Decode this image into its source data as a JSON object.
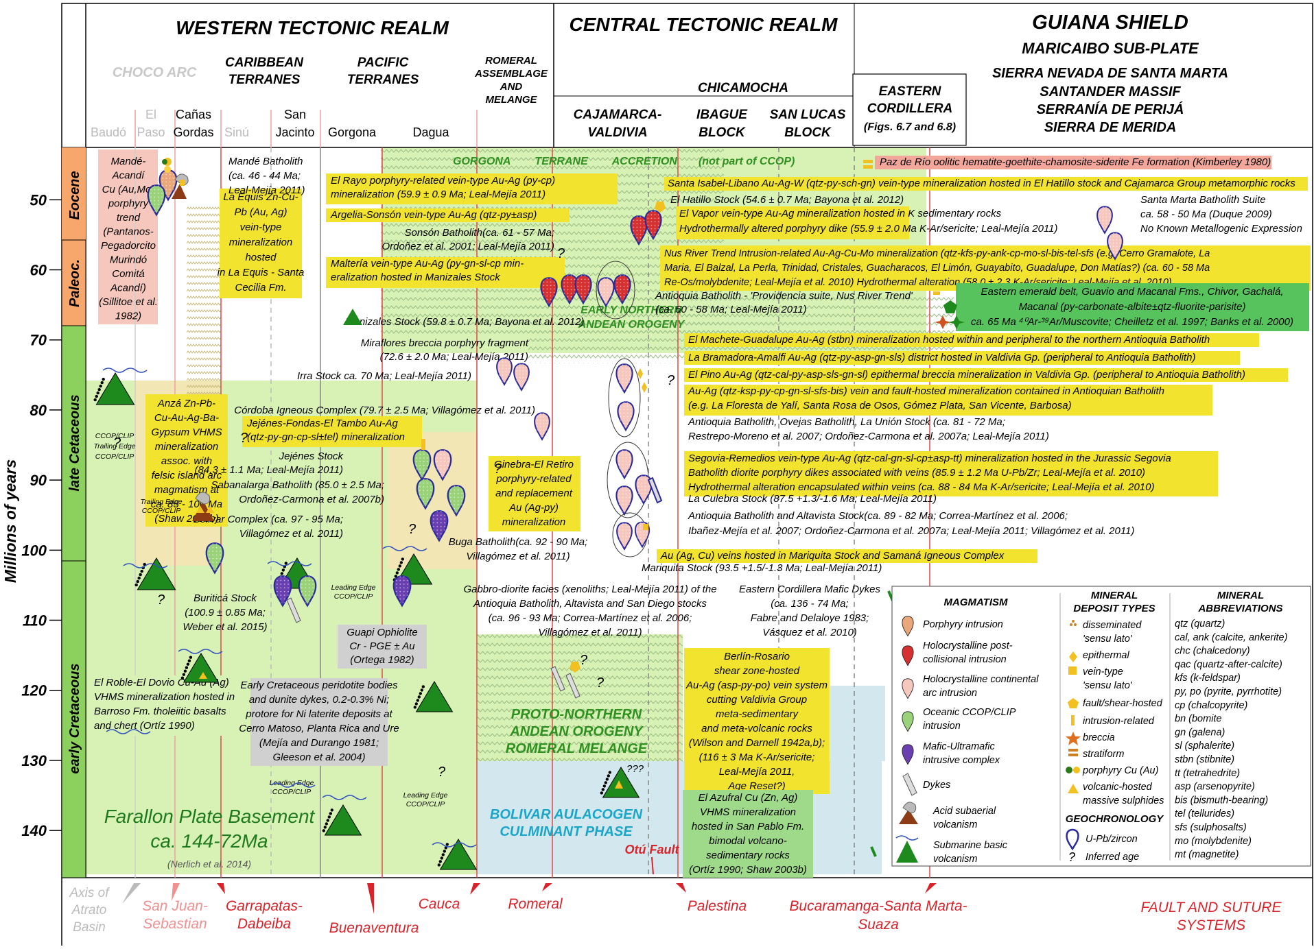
{
  "axis": {
    "ylabel": "Millions of years",
    "ticks": [
      50,
      60,
      70,
      80,
      90,
      100,
      110,
      120,
      130,
      140
    ],
    "periods": [
      "Eocene",
      "Paleoc.",
      "late Cetaceous",
      "early Cretaceous"
    ]
  },
  "realms": {
    "western": "WESTERN TECTONIC REALM",
    "central": "CENTRAL TECTONIC REALM",
    "guiana": [
      "GUIANA SHIELD",
      "MARICAIBO SUB-PLATE",
      "SIERRA NEVADA DE SANTA  MARTA",
      "SANTANDER MASSIF",
      "SERRANÍA DE PERIJÁ",
      "SIERRA DE MERIDA"
    ]
  },
  "columns": {
    "choco": "CHOCO ARC",
    "caribbean": [
      "CARIBBEAN",
      "TERRANES"
    ],
    "pacific": [
      "PACIFIC",
      "TERRANES"
    ],
    "romeral": [
      "ROMERAL",
      "ASSEMBLAGE",
      "AND",
      "MELANGE"
    ],
    "chicamocha": "CHICAMOCHA",
    "cajamarca": [
      "CAJAMARCA-",
      "VALDIVIA"
    ],
    "ibague": [
      "IBAGUE",
      "BLOCK"
    ],
    "sanlucas": [
      "SAN LUCAS",
      "BLOCK"
    ],
    "eastern": [
      "EASTERN",
      "CORDILLERA",
      "(Figs. 6.7 and 6.8)"
    ],
    "elpaso": [
      "El",
      "Paso"
    ],
    "baudo": "Baudó",
    "canas": [
      "Cañas",
      "Gordas"
    ],
    "sinu": "Sinú",
    "sanjacinto": [
      "San",
      "Jacinto"
    ],
    "gorgona": "Gorgona",
    "dagua": "Dagua"
  },
  "faults": {
    "atrato": [
      "Axis of",
      "Atrato",
      "Basin"
    ],
    "sanjuan": [
      "San Juan-",
      "Sebastian"
    ],
    "garrapatas": [
      "Garrapatas-",
      "Dabeiba"
    ],
    "buenaventura": "Buenaventura",
    "cauca": "Cauca",
    "romeral": "Romeral",
    "palestina": "Palestina",
    "bucaramanga": [
      "Bucaramanga-Santa Marta-",
      "Suaza"
    ],
    "systems": [
      "FAULT AND SUTURE",
      "SYSTEMS"
    ]
  },
  "bands": {
    "gorgona": "GORGONA        TERRANE        ACCRETION       (not part of CCOP)",
    "early_northern": [
      "EARLY NORTHERN",
      "ANDEAN OROGENY"
    ],
    "proto": [
      "PROTO-NORTHERN",
      "ANDEAN OROGENY",
      "ROMERAL MELANGE"
    ],
    "bolivar": [
      "BOLIVAR AULACOGEN",
      "CULMINANT PHASE"
    ],
    "otu": "Otú Fault",
    "farallon": [
      "Farallon Plate Basement",
      "ca. 144-72Ma"
    ],
    "nerlich": "(Nerlich et al. 2014)"
  },
  "yellow_labels": {
    "paz": "Paz de Río oolitic hematite-goethite-chamosite-siderite Fe formation (Kimberley 1980)",
    "santa_isabel": "Santa Isabel-Libano Au-Ag-W (qtz-py-sch-gn) vein-type mineralization hosted in El Hatillo stock and Cajamarca Group metamorphic rocks",
    "el_rayo": [
      "El Rayo porphyry-related vein-type Au-Ag (py-cp)",
      "mineralization (59.9 ± 0.9 Ma; Leal-Mejía 2011)"
    ],
    "argelia": "Argelia-Sonsón vein-type Au-Ag (qtz-py±asp)",
    "malteria": [
      "Maltería vein-type Au-Ag (py-gn-sl-cp min-",
      "eralization hosted in Manizales Stock"
    ],
    "el_vapor": [
      "El Vapor vein-type Au-Ag mineralization hosted in K sedimentary rocks",
      "Hydrothermally altered porphyry dike (55.9 ± 2.0 Ma K-Ar/sericite; Leal-Mejía 2011)"
    ],
    "nus": [
      "Nus River Trend Intrusion-related Au-Ag-Cu-Mo mineralization (qtz-kfs-py-ank-cp-mo-sl-bis-tel-sfs (e.g. Cerro Gramalote, La",
      "Maria, El Balzal, La Perla, Trinidad, Cristales, Guacharacos, El Limón, Guayabito, Guadalupe, Don Matías?) (ca. 60 - 58 Ma",
      "Re-Os/molybdenite; Leal-Mejía et al. 2010) Hydrothermal alteration (58.0 ± 2.3 K-Ar/sericite; Leal-Mejía et al. 2010)"
    ],
    "la_equis": [
      "La Equis Zn-Cu-",
      "Pb (Au, Ag)",
      "vein-type",
      "mineralization",
      "hosted",
      "in La Equis - Santa",
      "Cecilia Fm."
    ],
    "anza": [
      "Anzá Zn-Pb-",
      "Cu-Au-Ag-Ba-",
      "Gypsum VHMS",
      "mineralization",
      "assoc. with",
      "felsic island arc",
      "magmatism at",
      "ca. 85 - 100 Ma",
      "(Shaw 2003b)"
    ],
    "machete": "El Machete-Guadalupe Au-Ag (stbn) mineralization hosted within and peripheral to the northern Antioquia Batholith",
    "bramadora": "La Bramadora-Amalfi Au-Ag (qtz-py-asp-gn-sls) district hosted in Valdivia Gp. (peripheral to Antioquia Batholith)",
    "pino": "El Pino Au-Ag (qtz-cal-py-asp-sls-gn-sl) epithermal breccia mineralization in Valdivia Gp. (peripheral to Antioquia Batholith)",
    "auag": [
      "Au-Ag (qtz-ksp-py-cp-gn-sl-sfs-bis) vein and fault-hosted mineralization contained in Antioquian Batholith",
      "(e.g. La Floresta de Yalí, Santa Rosa de Osos, Gómez Plata, San Vicente, Barbosa)"
    ],
    "jejenes_fondas": [
      "Jejénes-Fondas-El Tambo Au-Ag",
      "(qtz-py-gn-cp-sl±tel) mineralization"
    ],
    "segovia": [
      "Segovia-Remedios vein-type Au-Ag (qtz-cal-gn-sl-cp±asp-tt) mineralization hosted in the Jurassic Segovia",
      "Batholith diorite porphyry dikes associated with veins (85.9 ± 1.2 Ma U-Pb/Zr; Leal-Mejía et al. 2010)",
      "Hydrothermal alteration encapsulated within veins (ca. 88 - 84 Ma K-Ar/sericite; Leal-Mejía et al. 2010)"
    ],
    "ginebra": [
      "Ginebra-El Retiro",
      "porphyry-related",
      "and replacement",
      "Au (Ag-py)",
      "mineralization"
    ],
    "au_veins": "Au (Ag, Cu) veins hosted in Mariquita Stock and Samaná Igneous Complex",
    "berlin": [
      "Berlín-Rosario",
      "shear zone-hosted",
      "Au-Ag (asp-py-po) vein system",
      "cutting Valdivia Group",
      "meta-sedimentary",
      "and meta-volcanic rocks",
      "(Wilson and Darnell 1942a,b);",
      "(116 ± 3 Ma K-Ar/sericite;",
      "Leal-Mejía 2011,",
      "Age Reset?)"
    ]
  },
  "other_labels": {
    "mande_acandi": [
      "Mandé-",
      "Acandí",
      "Cu (Au,Mo)",
      "porphyry",
      "trend",
      "(Pantanos-",
      "Pegadorcito",
      "Murindó",
      "Comitá",
      "Acandí)",
      "(Sillitoe et al.",
      "1982)"
    ],
    "eastern_emerald": [
      "Eastern emerald belt, Guavio and Macanal Fms., Chivor, Gachalá,",
      "Macanal (py-carbonate-albite±qtz-fluorite-parisite)",
      "ca. 65 Ma ⁴⁰Ar-³⁹Ar/Muscovite; Cheilletz et al. 1997; Banks et al. 2000)"
    ],
    "el_roble": [
      "El Roble-El Dovio Cu-Au (Ag)",
      "VHMS mineralization hosted in",
      "Barroso Fm. tholeiitic basalts",
      "and chert (Ortíz 1990)"
    ],
    "guapi": [
      "Guapi Ophiolite",
      "Cr - PGE ± Au",
      "(Ortega 1982)"
    ],
    "early_cret_perid": [
      "Early Cretaceous peridotite bodies",
      "and dunite dykes,  0.2-0.3% Ni;",
      "protore for Ni laterite  deposits at",
      "Cerro Matoso, Planta Rica and Ure",
      "(Mejía and Durango 1981;",
      "Gleeson et al. 2004)"
    ],
    "el_azufral": [
      "El Azufral Cu (Zn, Ag)",
      "VHMS mineralization",
      "hosted in San Pablo Fm.",
      "bimodal volcano-",
      "sedimentary rocks",
      "(Ortíz 1990; Shaw 2003b)"
    ]
  },
  "plain_labels": {
    "mande_bath": [
      "Mandé Batholith",
      "(ca. 46 - 44 Ma;",
      "Leal-Mejía 2011)"
    ],
    "hatillo": "El Hatillo Stock (54.6 ± 0.7 Ma; Bayona et al. 2012)",
    "santa_marta": [
      "Santa Marta Batholith Suite",
      "ca. 58 - 50 Ma (Duque 2009)",
      "No Known Metallogenic Expression"
    ],
    "sonson": [
      "Sonsón Batholith(ca. 61 - 57 Ma;",
      "Ordoñez et al. 2001; Leal-Mejía 2011)"
    ],
    "antioquia_prov": [
      "Antioquia Batholith - 'Providencia suite, Nus River Trend'",
      "(ca. 60 - 58 Ma; Leal-Mejía 2011)"
    ],
    "manizales": "Manizales Stock (59.8 ± 0.7 Ma; Bayona et al. 2012)",
    "miraflores": [
      "Miraflores breccia porphyry fragment",
      "(72.6 ± 2.0 Ma; Leal-Mejía 2011)"
    ],
    "irra": "Irra Stock ca. 70 Ma; Leal-Mejía 2011)",
    "cordoba": "Córdoba Igneous Complex (79.7 ± 2.5 Ma; Villagómez et al. 2011)",
    "antioquia_ovejas": [
      "Antioquia Batholith, Ovejas Batholith, La Unión Stock (ca. 81 - 72 Ma;",
      "Restrepo-Moreno et al. 2007; Ordoñez-Carmona et al. 2007a; Leal-Mejía 2011)"
    ],
    "jejenes_stock": [
      "Jejénes Stock",
      "(84.3 ± 1.1 Ma; Leal-Mejía 2011)"
    ],
    "sabanalarga": [
      "Sabanalarga Batholith (85.0 ± 2.5 Ma;",
      "Ordoñez-Carmona et al. 2007b)"
    ],
    "bolivar": [
      "Bolivar Complex (ca. 97 - 95 Ma;",
      "Villagómez et al. 2011)"
    ],
    "buga": [
      "Buga Batholith(ca. 92 - 90 Ma;",
      "Villagómez et al. 2011)"
    ],
    "culebra": "La Culebra Stock (87.5 +1.3/-1.6 Ma; Leal-Mejía 2011)",
    "antioquia_alta": [
      "Antioquia Batholith and Altavista Stock(ca. 89 - 82 Ma; Correa-Martínez et al. 2006;",
      "Ibañez-Mejía et al. 2007; Ordoñez-Carmona et al. 2007a; Leal-Mejía 2011; Villagómez et al. 2011)"
    ],
    "mariquita": "Mariquita Stock (93.5 +1.5/-1.3 Ma; Leal-Mejía 2011)",
    "gabbro": [
      "Gabbro-diorite facies (xenoliths; Leal-Mejía 2011) of the",
      "Antioquia Batholith, Altavista and San Diego stocks",
      "(ca. 96 - 93 Ma; Correa-Martínez et al. 2006;",
      "Villagómez et al. 2011)"
    ],
    "buritica": [
      "Buriticá Stock",
      "(100.9 ± 0.85 Ma;",
      "Weber et al. 2015)"
    ],
    "eastern_dykes": [
      "Eastern Cordillera Mafic Dykes",
      "(ca. 136 - 74 Ma;",
      "Fabre and Delaloye 1983;",
      "Vásquez et al. 2010)"
    ],
    "trailing1": [
      "CCOP/CLIP",
      "Trailing Edge",
      "CCOP/CLIP"
    ],
    "trailing2": [
      "Trailing Edge",
      "CCOP/CLIP"
    ],
    "leading1": [
      "Leading Edge",
      "CCOP/CLIP"
    ],
    "leading2": [
      "Leading Edge",
      "CCOP/CLIP"
    ],
    "leading3": [
      "Leading Edge",
      "CCOP/CLIP"
    ],
    "qmark": "?",
    "qqq": "???"
  },
  "legend": {
    "magmatism_title": "MAGMATISM",
    "magmatism": [
      "Porphyry intrusion",
      "Holocrystalline post-collisional intrusion",
      "Holocrystalline continental arc intrusion",
      "Oceanic CCOP/CLIP intrusion",
      "Mafic-Ultramafic intrusive complex",
      "Dykes",
      "Acid subaerial volcanism",
      "Submarine basic volcanism"
    ],
    "deposit_title": [
      "MINERAL",
      "DEPOSIT TYPES"
    ],
    "deposits": [
      "disseminated",
      "'sensu lato'",
      "epithermal",
      "vein-type",
      "'sensu lato'",
      "fault/shear-hosted",
      "intrusion-related",
      "breccia",
      "stratiform",
      "porphyry Cu (Au)",
      "volcanic-hosted",
      "massive sulphides"
    ],
    "geochron_title": "GEOCHRONOLOGY",
    "geochron": [
      "U-Pb/zircon",
      "Inferred age"
    ],
    "abbr_title": [
      "MINERAL",
      "ABBREVIATIONS"
    ],
    "abbr": [
      "qtz (quartz)",
      "cal, ank (calcite, ankerite)",
      "chc (chalcedony)",
      "qac (quartz-after-calcite)",
      "kfs (k-feldspar)",
      "py, po (pyrite, pyrrhotite)",
      "cp (chalcopyrite)",
      "bn (bomite",
      "gn (galena)",
      "sl (sphalerite)",
      "stbn (stibnite)",
      "tt (tetrahedrite)",
      "asp (arsenopyrite)",
      "bis (bismuth-bearing)",
      "tel (tellurides)",
      "sfs (sulphosalts)",
      "mo (molybdenite)",
      "mt (magnetite)"
    ]
  },
  "colors": {
    "yellow": "#f2e32e",
    "pink": "#f6c7bd",
    "light_green": "#d8f1b4",
    "tan": "#f1e6b4",
    "light_blue": "#d3e8ee",
    "green_text": "#2e9020",
    "red_text": "#d8232a",
    "cyan_text": "#1aa6c9",
    "period_orange": "#f7a66c",
    "period_green": "#8cd05e",
    "emerald_box": "#57c35c"
  }
}
